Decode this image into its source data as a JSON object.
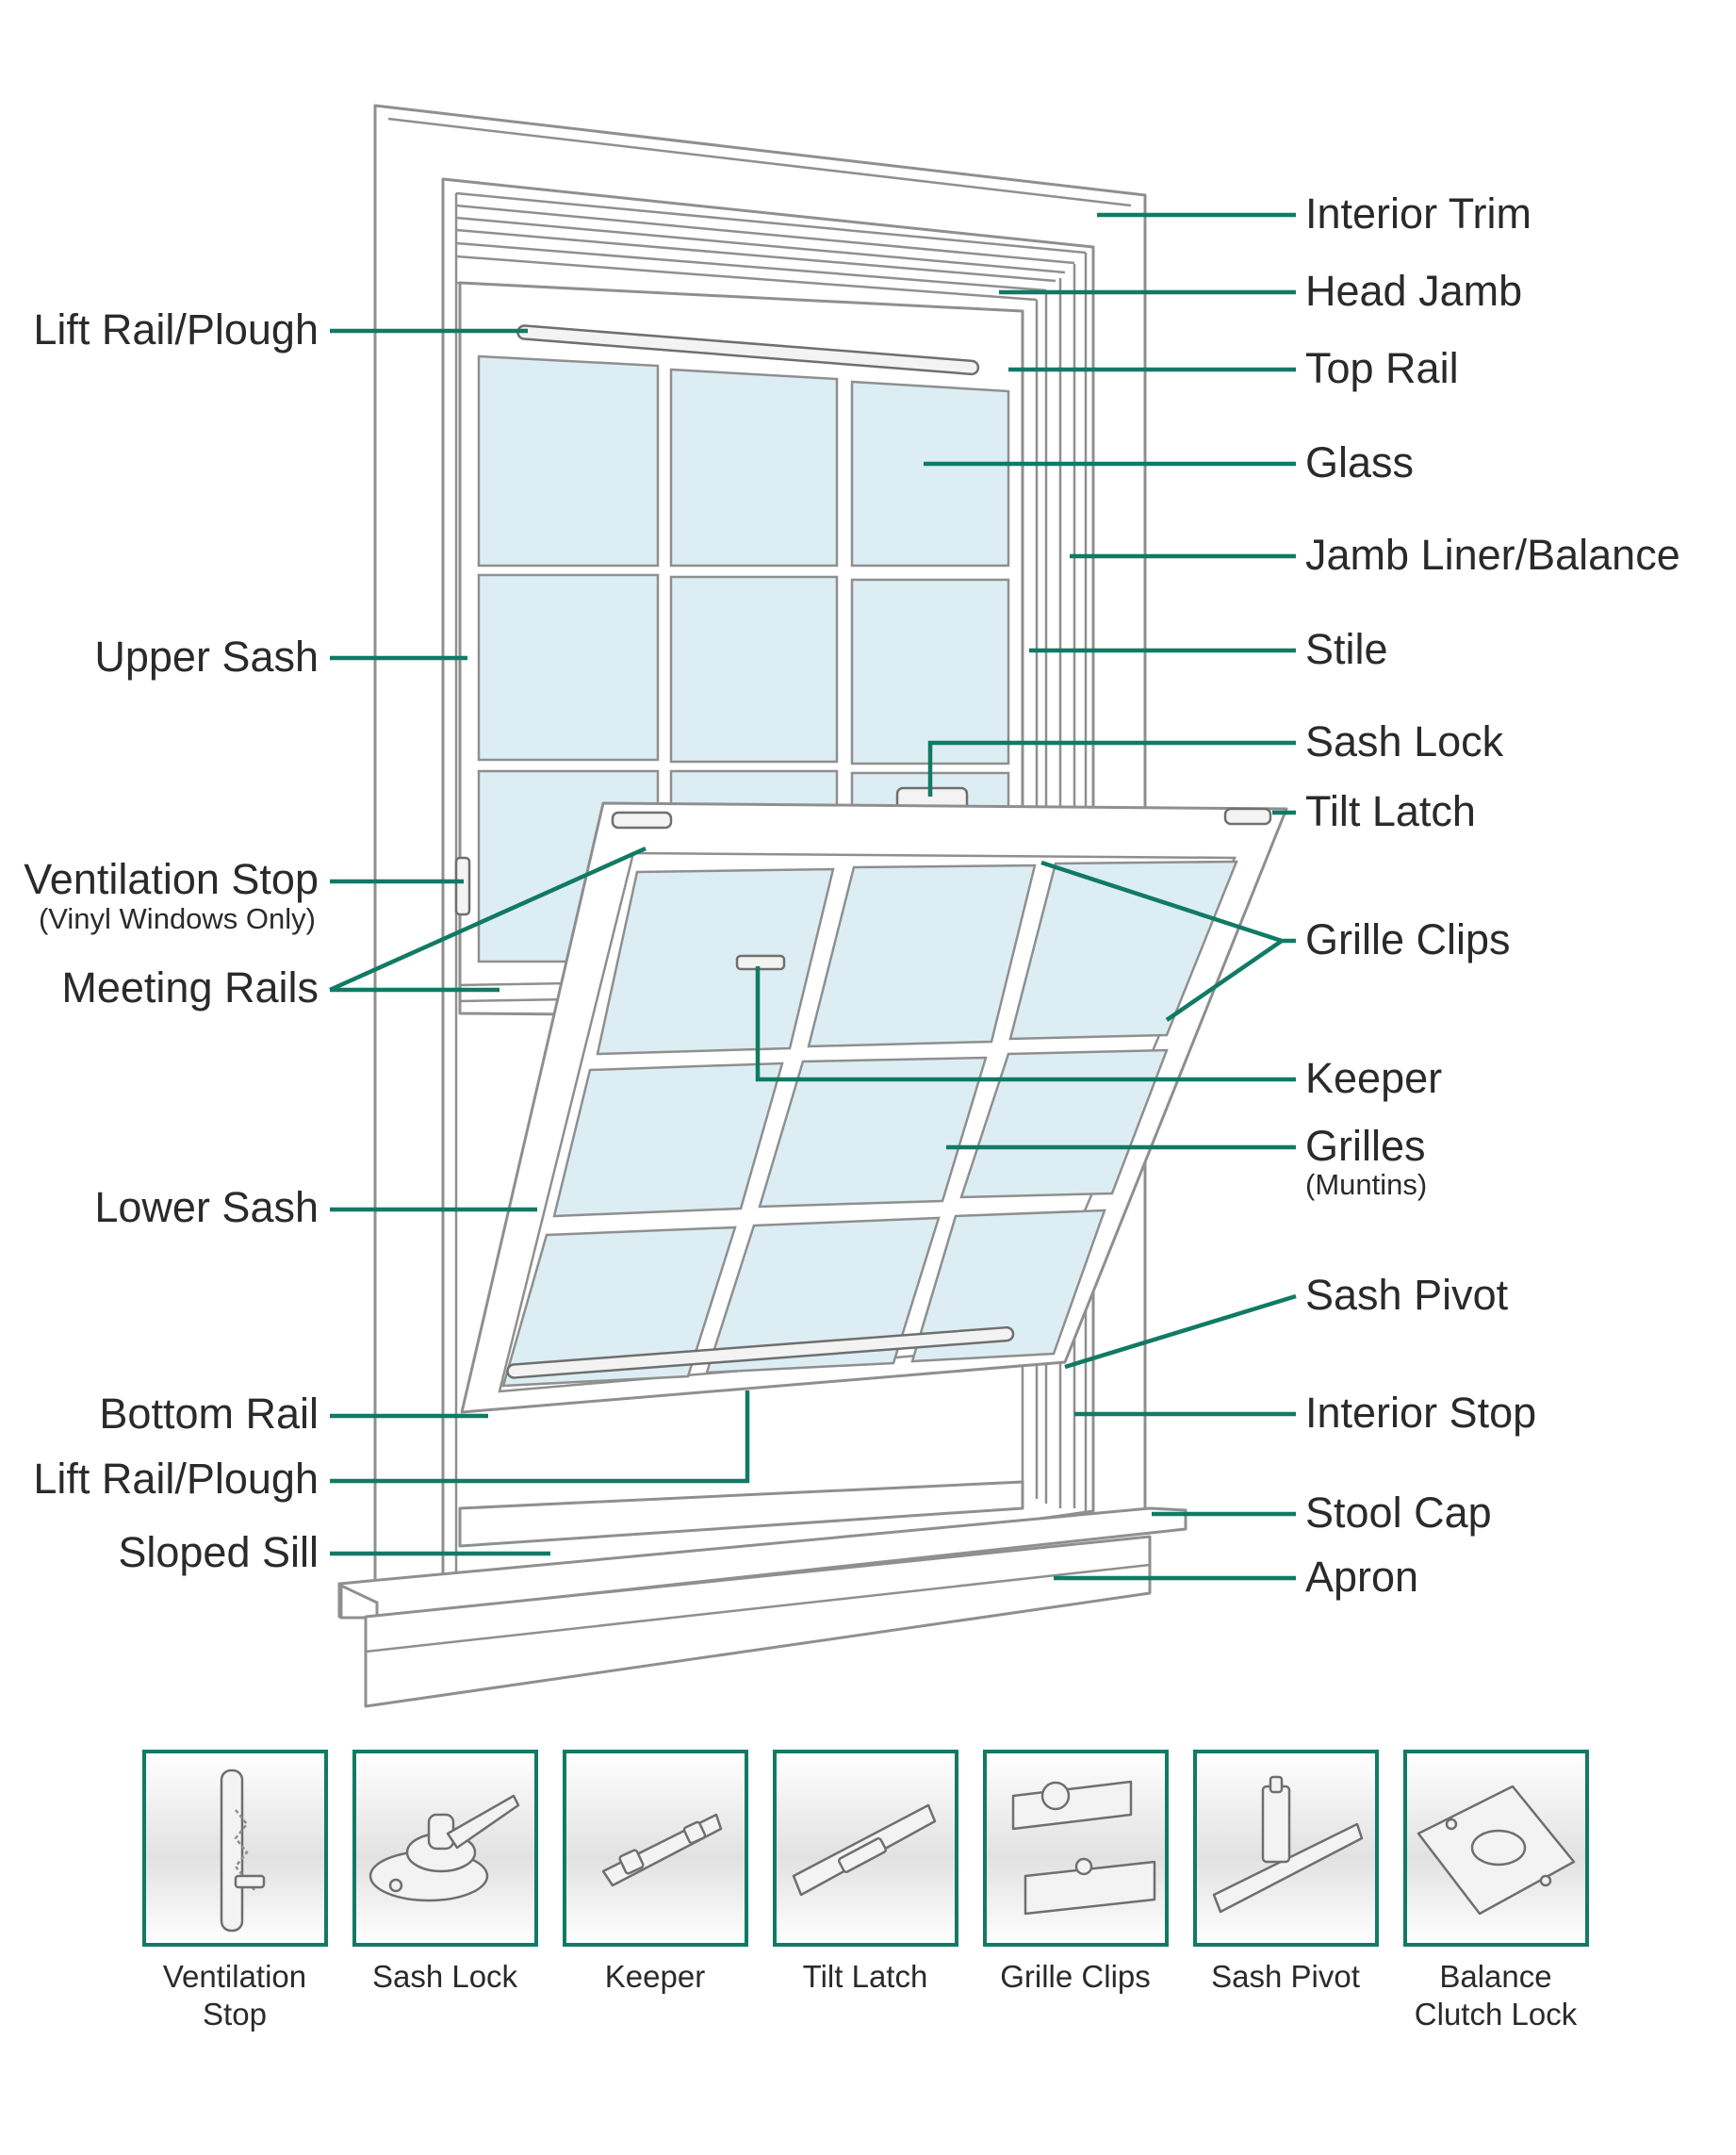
{
  "colors": {
    "leader": "#117a65",
    "glass": "#dceef4",
    "frame_stroke": "#8f8f8f",
    "text": "#2a2a2a"
  },
  "left_labels": {
    "lift_rail_plough_top": "Lift Rail/Plough",
    "upper_sash": "Upper Sash",
    "ventilation_stop": "Ventilation Stop",
    "ventilation_stop_note": "(Vinyl Windows Only)",
    "meeting_rails": "Meeting Rails",
    "lower_sash": "Lower Sash",
    "bottom_rail": "Bottom Rail",
    "lift_rail_plough_bottom": "Lift Rail/Plough",
    "sloped_sill": "Sloped Sill"
  },
  "right_labels": {
    "interior_trim": "Interior Trim",
    "head_jamb": "Head Jamb",
    "top_rail": "Top Rail",
    "glass": "Glass",
    "jamb_liner_balance": "Jamb Liner/Balance",
    "stile": "Stile",
    "sash_lock": "Sash Lock",
    "tilt_latch": "Tilt Latch",
    "grille_clips": "Grille Clips",
    "keeper": "Keeper",
    "grilles": "Grilles",
    "grilles_note": "(Muntins)",
    "sash_pivot": "Sash Pivot",
    "interior_stop": "Interior Stop",
    "stool_cap": "Stool Cap",
    "apron": "Apron"
  },
  "parts_legend": [
    {
      "line1": "Ventilation",
      "line2": "Stop",
      "icon": "ventilation-stop-icon"
    },
    {
      "line1": "Sash Lock",
      "line2": "",
      "icon": "sash-lock-icon"
    },
    {
      "line1": "Keeper",
      "line2": "",
      "icon": "keeper-icon"
    },
    {
      "line1": "Tilt Latch",
      "line2": "",
      "icon": "tilt-latch-icon"
    },
    {
      "line1": "Grille Clips",
      "line2": "",
      "icon": "grille-clips-icon"
    },
    {
      "line1": "Sash Pivot",
      "line2": "",
      "icon": "sash-pivot-icon"
    },
    {
      "line1": "Balance",
      "line2": "Clutch Lock",
      "icon": "balance-clutch-lock-icon"
    }
  ]
}
